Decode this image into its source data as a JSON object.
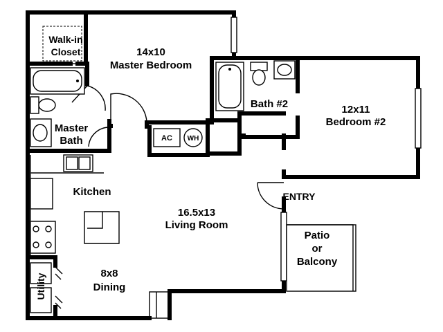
{
  "rooms": {
    "walk_in_closet": {
      "line1": "Walk-in",
      "line2": "Closet"
    },
    "master_bedroom": {
      "size": "14x10",
      "name": "Master Bedroom"
    },
    "bath2": {
      "name": "Bath #2"
    },
    "bedroom2": {
      "size": "12x11",
      "name": "Bedroom #2"
    },
    "master_bath": {
      "line1": "Master",
      "line2": "Bath"
    },
    "kitchen": {
      "name": "Kitchen"
    },
    "living_room": {
      "size": "16.5x13",
      "name": "Living Room"
    },
    "dining": {
      "size": "8x8",
      "name": "Dining"
    },
    "patio": {
      "line1": "Patio",
      "line2": "or",
      "line3": "Balcony"
    },
    "utility": {
      "name": "Utility"
    }
  },
  "fixtures": {
    "ac": "AC",
    "water_heater": "WH"
  },
  "entry": {
    "label": "ENTRY"
  }
}
